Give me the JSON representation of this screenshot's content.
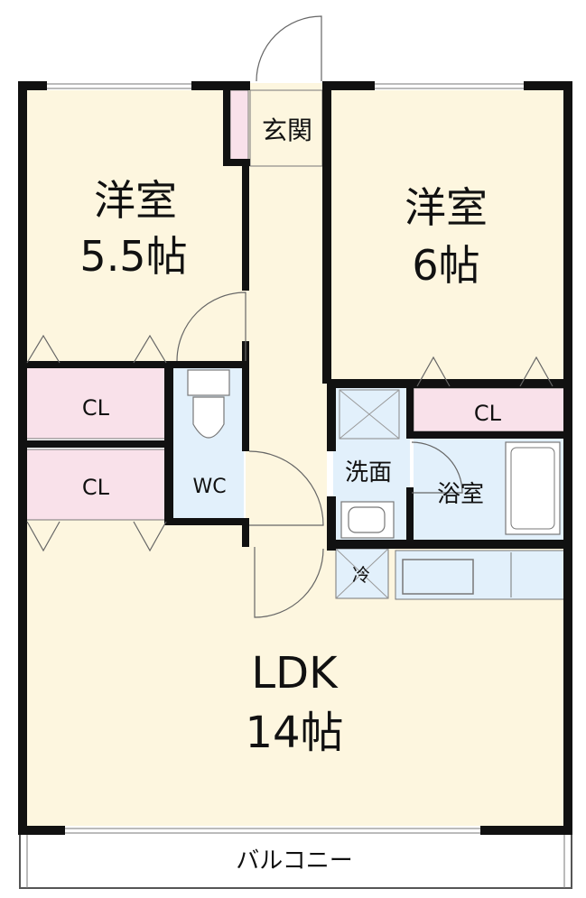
{
  "floorplan": {
    "rooms": {
      "western_left": {
        "name": "洋室",
        "size": "5.5帖"
      },
      "western_right": {
        "name": "洋室",
        "size": "6帖"
      },
      "ldk": {
        "name": "LDK",
        "size": "14帖"
      },
      "entrance": {
        "name": "玄関"
      },
      "toilet": {
        "name": "WC"
      },
      "washroom": {
        "name": "洗面"
      },
      "bathroom": {
        "name": "浴室"
      },
      "refrigerator": {
        "name": "冷"
      },
      "closet_left_upper": {
        "name": "CL"
      },
      "closet_left_lower": {
        "name": "CL"
      },
      "closet_right": {
        "name": "CL"
      },
      "balcony": {
        "name": "バルコニー"
      }
    },
    "colors": {
      "room_fill": "#fdf6df",
      "closet_fill": "#f9e1ea",
      "wet_area_fill": "#e2f0fb",
      "wall": "#111111",
      "line": "#555555"
    }
  }
}
